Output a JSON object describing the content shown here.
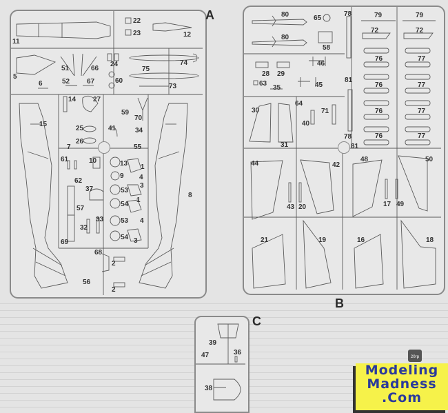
{
  "sprues": {
    "A": {
      "letter": "A",
      "parts": {
        "p11": "11",
        "p22": "22",
        "p23": "23",
        "p12": "12",
        "p5": "5",
        "p51": "51",
        "p66": "66",
        "p24": "24",
        "p74": "74",
        "p75": "75",
        "p6": "6",
        "p52": "52",
        "p67": "67",
        "p60": "60",
        "p73": "73",
        "p14": "14",
        "p27": "27",
        "p59": "59",
        "p70": "70",
        "p15": "15",
        "p25": "25",
        "p41": "41",
        "p34": "34",
        "p26": "26",
        "p7": "7",
        "p55": "55",
        "p61": "61",
        "p10": "10",
        "p13": "13",
        "p1a": "1",
        "p9": "9",
        "p4a": "4",
        "p62": "62",
        "p3a": "3",
        "p37": "37",
        "p53a": "53",
        "p57": "57",
        "p54a": "54",
        "p1b": "1",
        "p8": "8",
        "p33": "33",
        "p53b": "53",
        "p4b": "4",
        "p32": "32",
        "p69": "69",
        "p54b": "54",
        "p3b": "3",
        "p68": "68",
        "p2a": "2",
        "p56": "56",
        "p2b": "2"
      }
    },
    "B": {
      "letter": "B",
      "parts": {
        "p80a": "80",
        "p65": "65",
        "p78a": "78",
        "p79a": "79",
        "p79b": "79",
        "p80b": "80",
        "p72a": "72",
        "p72b": "72",
        "p58": "58",
        "p76a": "76",
        "p77a": "77",
        "p46": "46",
        "p28": "28",
        "p29": "29",
        "p63": "63",
        "p45": "45",
        "p81a": "81",
        "p76b": "76",
        "p77b": "77",
        "p35": "35",
        "p64": "64",
        "p30": "30",
        "p71": "71",
        "p40": "40",
        "p76c": "76",
        "p77c": "77",
        "p31": "31",
        "p78b": "78",
        "p81b": "81",
        "p76d": "76",
        "p77d": "77",
        "p44": "44",
        "p42": "42",
        "p48": "48",
        "p50": "50",
        "p43": "43",
        "p20": "20",
        "p17": "17",
        "p49": "49",
        "p21": "21",
        "p19": "19",
        "p16": "16",
        "p18": "18"
      }
    },
    "C": {
      "letter": "C",
      "parts": {
        "p39": "39",
        "p47": "47",
        "p36": "36",
        "p38": "38"
      }
    }
  },
  "watermark": {
    "lines": [
      "Modeling",
      "Madness",
      ".Com"
    ],
    "weight_badge": "20гр",
    "colors": {
      "background": "#f6f24a",
      "text": "#2a3a9c"
    }
  }
}
